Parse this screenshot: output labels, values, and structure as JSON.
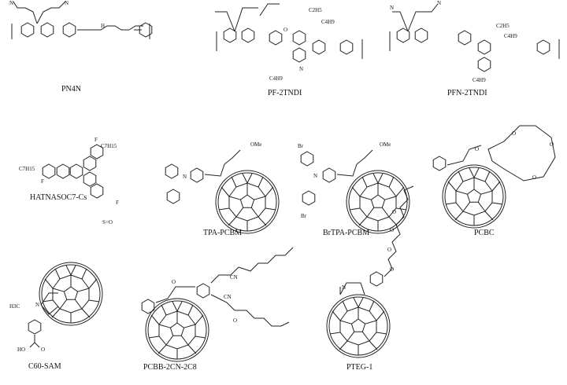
{
  "compounds": [
    {
      "name": "PN4N"
    },
    {
      "name": "PF-2TNDI"
    },
    {
      "name": "PFN-2TNDI"
    },
    {
      "name": "HATNASOC7-Cs"
    },
    {
      "name": "TPA-PCBM"
    },
    {
      "name": "BrTPA-PCBM"
    },
    {
      "name": "PCBC"
    },
    {
      "name": "C60-SAM"
    },
    {
      "name": "PCBB-2CN-2C8"
    },
    {
      "name": "PTEG-1"
    }
  ],
  "atoms": {
    "n": "N",
    "nh": "H",
    "o": "O",
    "s": "S",
    "f": "F",
    "ome": "OMe",
    "br": "Br",
    "cn": "CN",
    "h3c": "H3C",
    "ho": "HO",
    "c2h5": "C2H5",
    "c4h9": "C4H9",
    "c7h15": "C7H15",
    "so": "S=O"
  },
  "colors": {
    "ink": "#222222",
    "background": "#ffffff"
  }
}
